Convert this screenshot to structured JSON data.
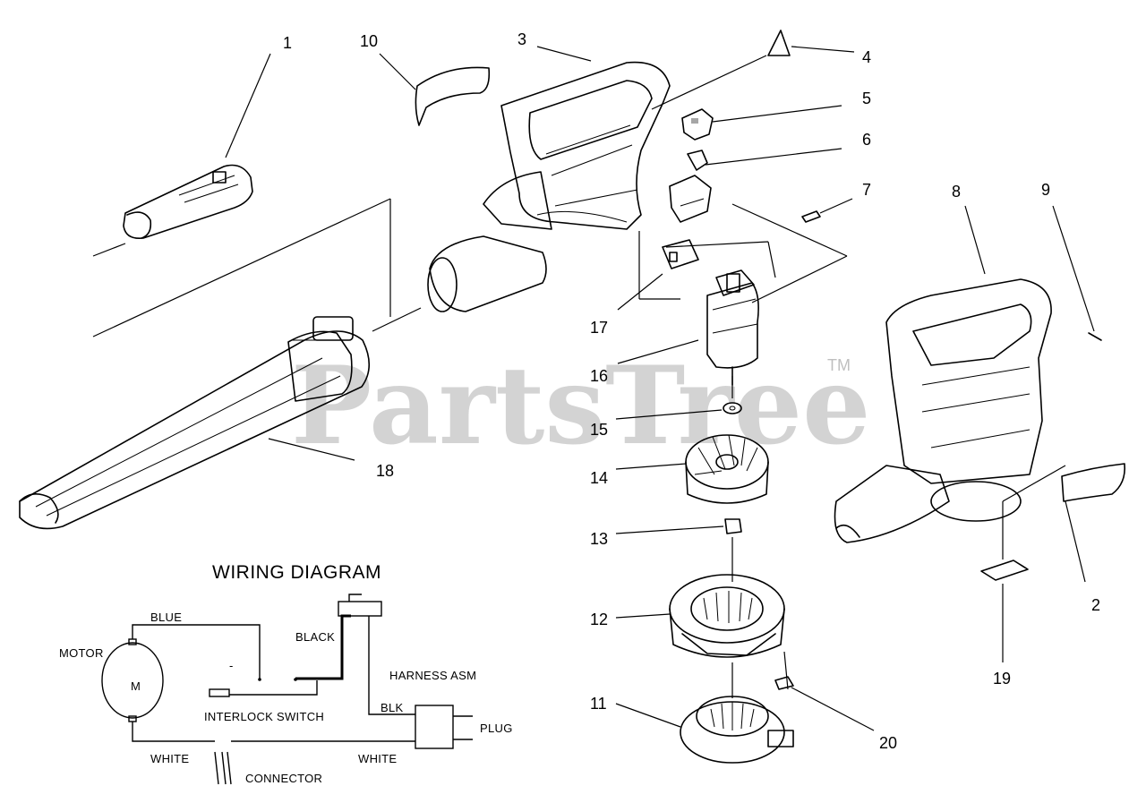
{
  "watermark": {
    "text": "PartsTree",
    "mark": "TM"
  },
  "callouts": [
    "1",
    "2",
    "3",
    "4",
    "5",
    "6",
    "7",
    "8",
    "9",
    "10",
    "11",
    "12",
    "13",
    "14",
    "15",
    "16",
    "17",
    "18",
    "19",
    "20"
  ],
  "wiring_diagram": {
    "title": "WIRING DIAGRAM",
    "motor_label": "MOTOR",
    "motor_symbol": "M",
    "blue": "BLUE",
    "black": "BLACK",
    "harness": "HARNESS ASM",
    "blk": "BLK",
    "plug": "PLUG",
    "interlock": "INTERLOCK SWITCH",
    "white_left": "WHITE",
    "white_right": "WHITE",
    "connector": "CONNECTOR",
    "switch_mark": "-"
  }
}
